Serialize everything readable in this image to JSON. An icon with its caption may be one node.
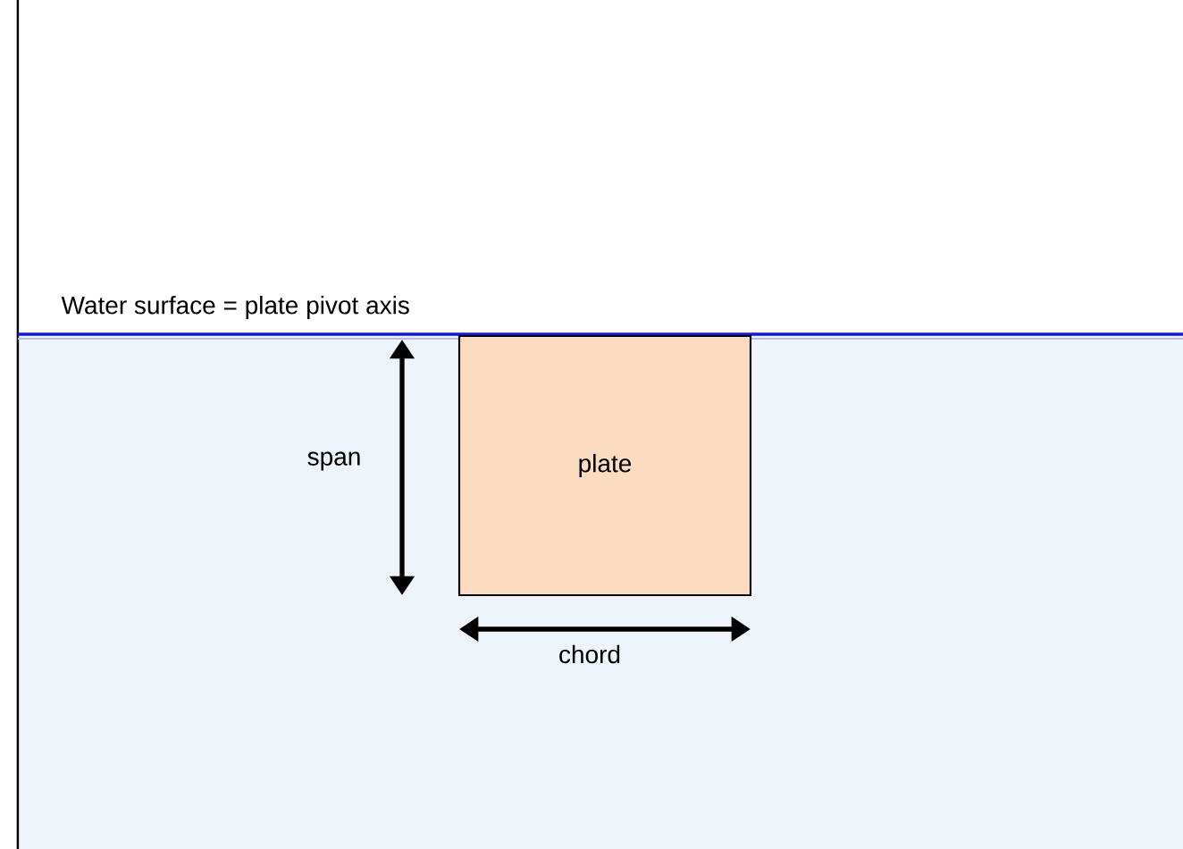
{
  "diagram": {
    "nodes": [
      {
        "text": [
          "plate"
        ]
      }
    ],
    "edges": [],
    "labels": [
      "Water surface = plate pivot axis",
      "span",
      "chord"
    ]
  }
}
